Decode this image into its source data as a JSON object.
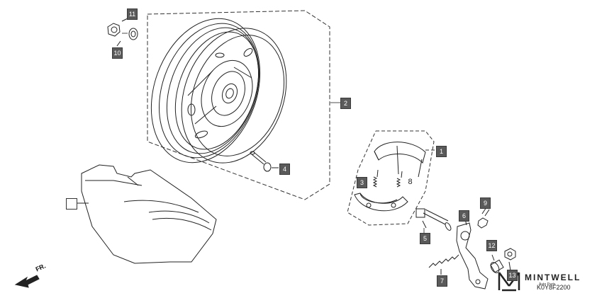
{
  "diagram": {
    "callouts": [
      {
        "id": "c11",
        "label": "11"
      },
      {
        "id": "c10",
        "label": "10"
      },
      {
        "id": "c2",
        "label": "2"
      },
      {
        "id": "c4",
        "label": "4"
      },
      {
        "id": "c1",
        "label": "1"
      },
      {
        "id": "c3",
        "label": "3"
      },
      {
        "id": "c8",
        "label": "8"
      },
      {
        "id": "c5",
        "label": "5"
      },
      {
        "id": "c6",
        "label": "6"
      },
      {
        "id": "c9",
        "label": "9"
      },
      {
        "id": "c12",
        "label": "12"
      },
      {
        "id": "c13",
        "label": "13"
      },
      {
        "id": "c7",
        "label": "7"
      }
    ],
    "front_arrow_label": "FR.",
    "diagram_code": "K0Y8F2200",
    "brand": {
      "name": "MINTWELL",
      "subtitle": "Auto Parts"
    }
  }
}
